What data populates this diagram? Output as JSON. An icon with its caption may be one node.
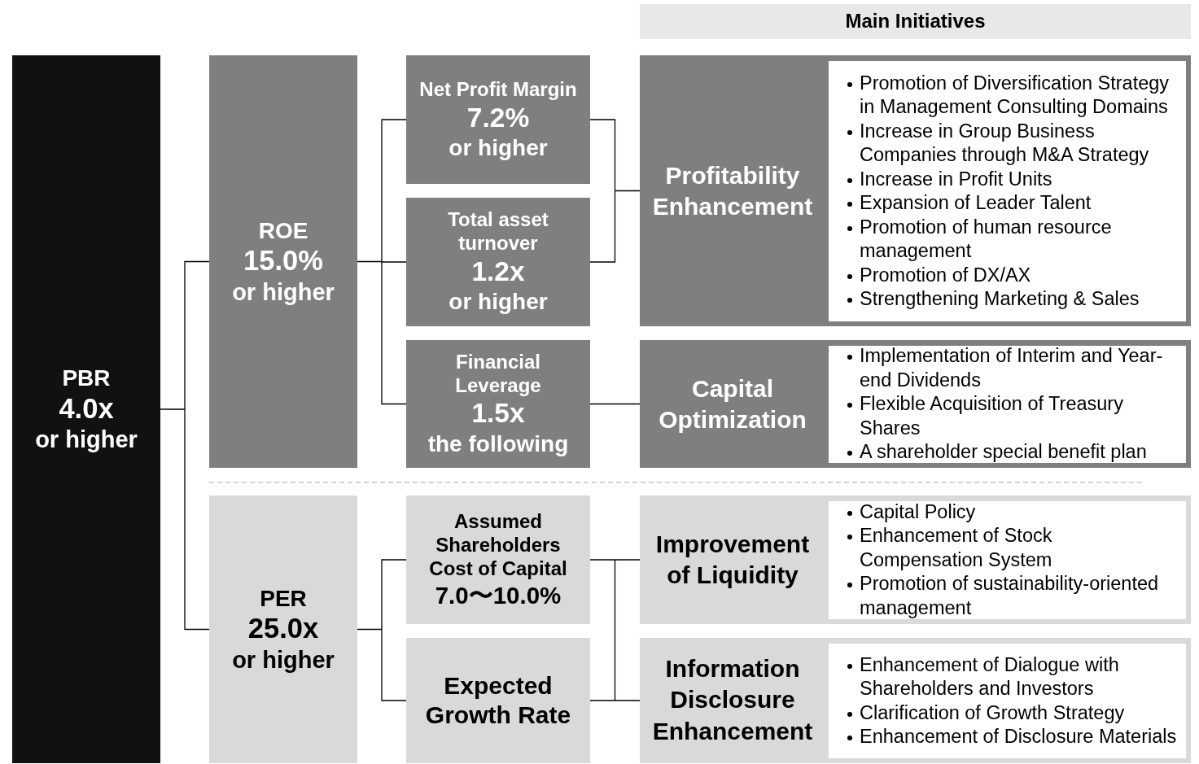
{
  "diagram": {
    "nodes": [
      {
        "text": [
          "Main Initiatives"
        ]
      },
      {
        "text": [
          "PBR",
          "4.0x",
          "or higher"
        ]
      },
      {
        "text": [
          "ROE",
          "15.0%",
          "or higher"
        ]
      },
      {
        "text": [
          "PER",
          "25.0x",
          "or higher"
        ]
      },
      {
        "text": [
          "Net Profit Margin",
          "7.2%",
          "or higher"
        ]
      },
      {
        "text": [
          "Total asset turnover",
          "1.2x",
          "or higher"
        ]
      },
      {
        "text": [
          "Financial Leverage",
          "1.5x",
          "the following"
        ]
      },
      {
        "text": [
          "Assumed Shareholders Cost of Capital",
          "7.0〜10.0%"
        ]
      },
      {
        "text": [
          "Expected Growth Rate"
        ]
      },
      {
        "text": [
          "Profitability Enhancement"
        ]
      },
      {
        "text": [
          "Promotion of Diversification Strategy in Management Consulting Domains",
          "Increase in Group Business Companies through M&A Strategy",
          "Increase in Profit Units",
          "Expansion of Leader Talent",
          "Promotion of human resource management",
          "Promotion of DX/AX",
          "Strengthening Marketing & Sales"
        ],
        "in": 9
      },
      {
        "text": [
          "Capital Optimization"
        ]
      },
      {
        "text": [
          "Implementation of Interim and Year-end Dividends",
          "Flexible Acquisition of Treasury Shares",
          "A shareholder special benefit plan"
        ],
        "in": 11
      },
      {
        "text": [
          "Improvement of Liquidity"
        ]
      },
      {
        "text": [
          "Capital Policy",
          "Enhancement of Stock Compensation System",
          "Promotion of sustainability-oriented management"
        ],
        "in": 13
      },
      {
        "text": [
          "Information Disclosure Enhancement"
        ]
      },
      {
        "text": [
          "Enhancement of Dialogue with Shareholders and Investors",
          "Clarification of Growth Strategy",
          "Enhancement of Disclosure Materials"
        ],
        "in": 15
      }
    ],
    "edges": [
      {
        "from": 1,
        "to": 2,
        "arrow": "none"
      },
      {
        "from": 1,
        "to": 3,
        "arrow": "none"
      },
      {
        "from": 2,
        "to": 4,
        "arrow": "none"
      },
      {
        "from": 2,
        "to": 5,
        "arrow": "none"
      },
      {
        "from": 2,
        "to": 6,
        "arrow": "none"
      },
      {
        "from": 4,
        "to": 9,
        "arrow": "none"
      },
      {
        "from": 5,
        "to": 9,
        "arrow": "none"
      },
      {
        "from": 6,
        "to": 11,
        "arrow": "none"
      },
      {
        "from": 3,
        "to": 7,
        "arrow": "none"
      },
      {
        "from": 3,
        "to": 8,
        "arrow": "none"
      },
      {
        "from": 7,
        "to": 13,
        "arrow": "none"
      },
      {
        "from": 7,
        "to": 15,
        "arrow": "none"
      },
      {
        "from": 8,
        "to": 13,
        "arrow": "none"
      },
      {
        "from": 8,
        "to": 15,
        "arrow": "none"
      }
    ]
  }
}
